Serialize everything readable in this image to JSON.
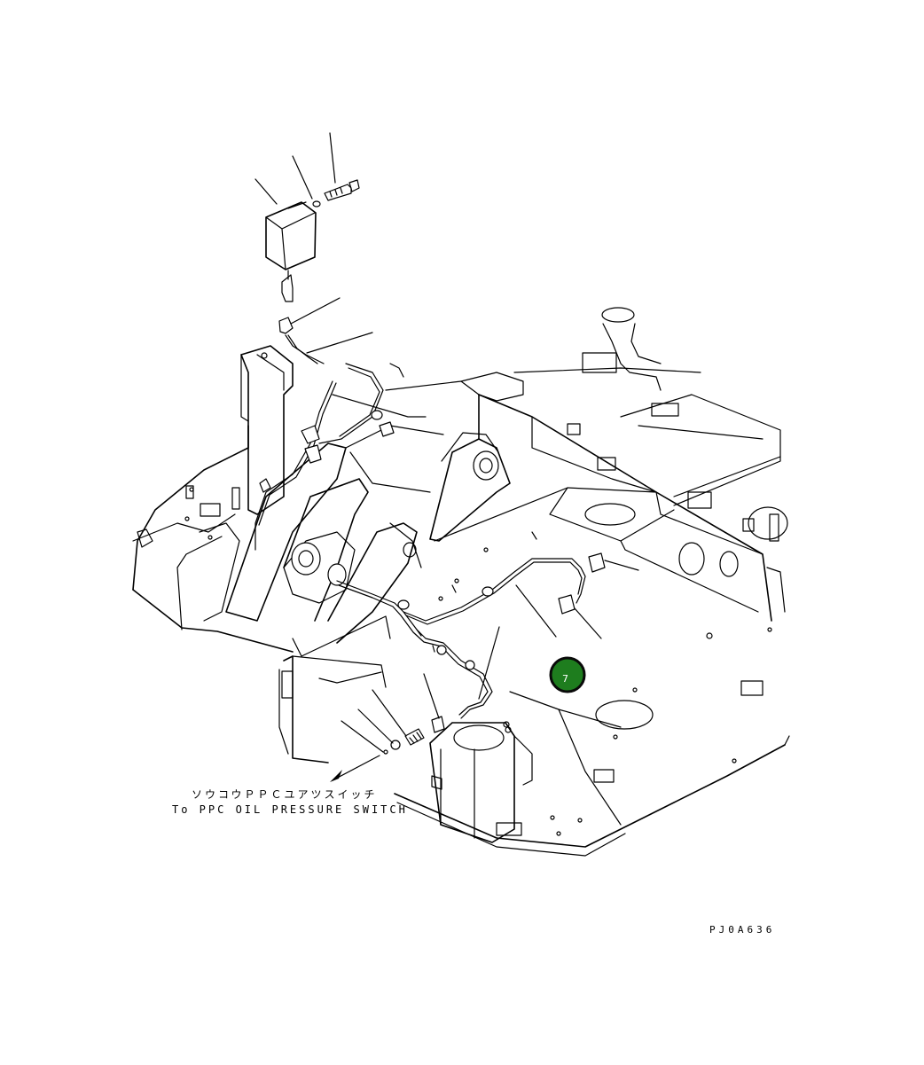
{
  "annotation": {
    "line1": "ソウコウＰＰＣユアツスイッチ",
    "line2": "To PPC OIL PRESSURE SWITCH"
  },
  "drawing_code": "PJ0A636",
  "callout": {
    "label": "7",
    "fill_color": "#1e7d1e",
    "stroke_color": "#0a0a0a"
  }
}
